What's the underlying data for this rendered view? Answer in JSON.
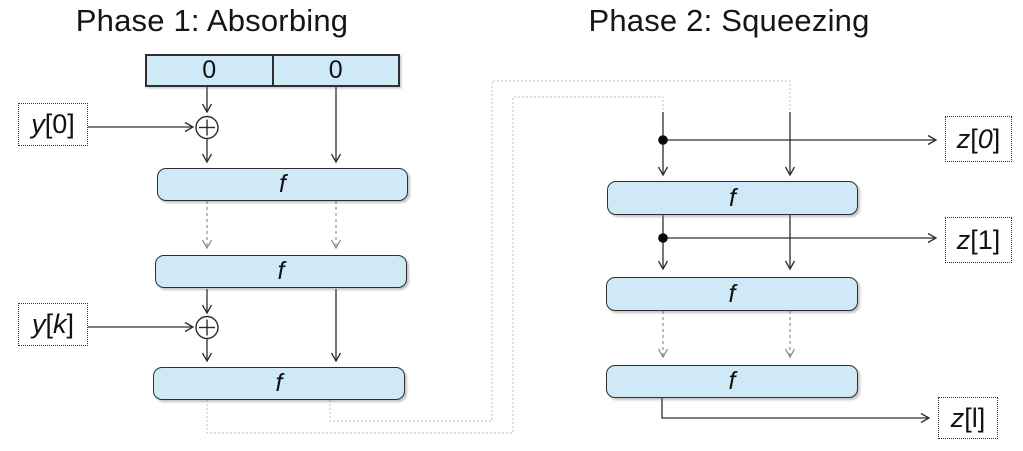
{
  "titles": {
    "phase1": "Phase 1: Absorbing",
    "phase2": "Phase 2: Squeezing"
  },
  "state_register": {
    "left_value": "0",
    "right_value": "0"
  },
  "round_label": "f",
  "io": {
    "bracket_open": "[",
    "bracket_close": "]",
    "y0": {
      "var": "y",
      "idx": "0"
    },
    "yk": {
      "var": "y",
      "idx": "k"
    },
    "z0": {
      "var": "z",
      "idx": "0"
    },
    "z1": {
      "var": "z",
      "idx": "1"
    },
    "zl": {
      "var": "z",
      "idx": "l"
    }
  },
  "icons": {
    "xor": "circled-plus",
    "junction": "filled-dot"
  },
  "colors": {
    "box_fill": "#cfe9f7",
    "box_border": "#2f2f2f",
    "solid_wire": "#2e2e2e",
    "dashed_wire": "#858585",
    "loop_wire": "#c2c2c2"
  }
}
